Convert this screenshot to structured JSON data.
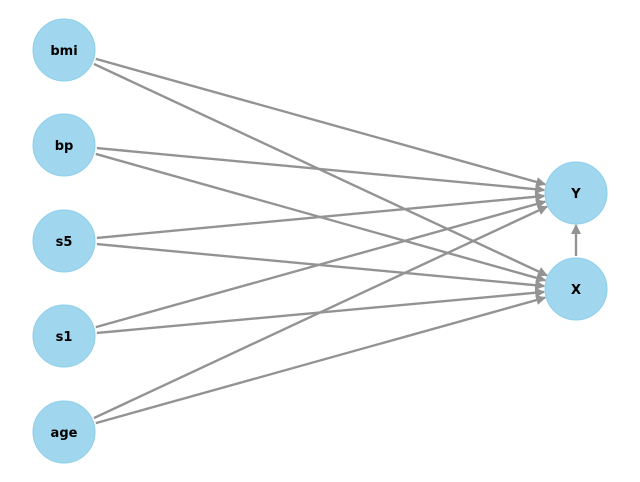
{
  "graph": {
    "nodes": [
      {
        "id": "bmi",
        "label": "bmi"
      },
      {
        "id": "bp",
        "label": "bp"
      },
      {
        "id": "s5",
        "label": "s5"
      },
      {
        "id": "s1",
        "label": "s1"
      },
      {
        "id": "age",
        "label": "age"
      },
      {
        "id": "Y",
        "label": "Y"
      },
      {
        "id": "X",
        "label": "X"
      }
    ],
    "edges": [
      {
        "source": "bmi",
        "target": "Y"
      },
      {
        "source": "bmi",
        "target": "X"
      },
      {
        "source": "bp",
        "target": "Y"
      },
      {
        "source": "bp",
        "target": "X"
      },
      {
        "source": "s5",
        "target": "Y"
      },
      {
        "source": "s5",
        "target": "X"
      },
      {
        "source": "s1",
        "target": "Y"
      },
      {
        "source": "s1",
        "target": "X"
      },
      {
        "source": "age",
        "target": "Y"
      },
      {
        "source": "age",
        "target": "X"
      },
      {
        "source": "X",
        "target": "Y"
      }
    ],
    "colors": {
      "node_fill": "#a0d6ee",
      "node_stroke": "#8ccfea",
      "edge": "#939393"
    }
  }
}
